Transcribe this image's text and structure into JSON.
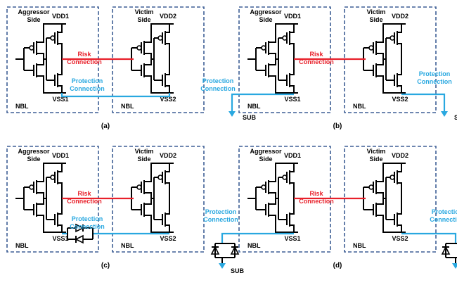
{
  "labels": {
    "aggressor_line1": "Aggressor",
    "aggressor_line2": "Side",
    "victim_line1": "Victim",
    "victim_line2": "Side",
    "vdd1": "VDD1",
    "vdd2": "VDD2",
    "vss1": "VSS1",
    "vss2": "VSS2",
    "nbl": "NBL",
    "risk_line1": "Risk",
    "risk_line2": "Connection",
    "prot_line1": "Protection",
    "prot_line2": "Connection",
    "sub": "SUB"
  },
  "captions": {
    "a": "(a)",
    "b": "(b)",
    "c": "(c)",
    "d": "(d)"
  },
  "colors": {
    "risk": "#e8202a",
    "protection": "#29a8e0",
    "box": "#3e5f95"
  }
}
